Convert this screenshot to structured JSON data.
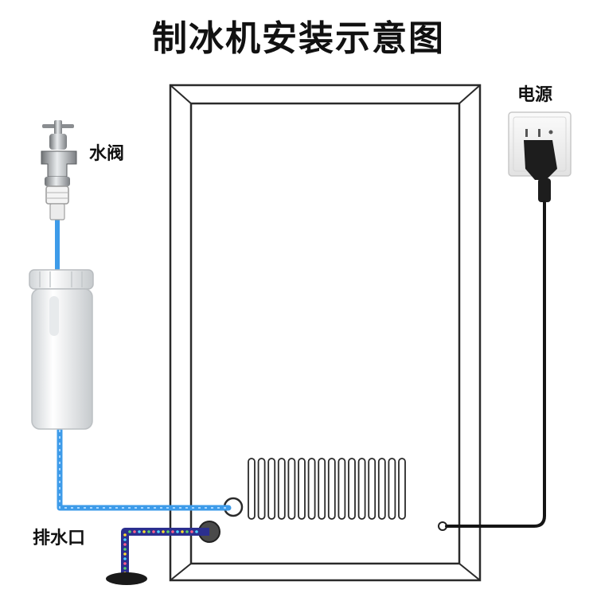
{
  "title": "制冰机安装示意图",
  "labels": {
    "water_valve": "水阀",
    "power": "电源",
    "drain": "排水口"
  },
  "colors": {
    "water_pipe": "#3d9be9",
    "drain_pipe": "#2b2f8f",
    "power_cord": "#151515",
    "frame": "#2a2a2a",
    "background": "#ffffff"
  },
  "icons": {
    "faucet": "faucet-icon",
    "filter": "water-filter-icon",
    "socket": "wall-socket-icon",
    "plug": "power-plug-icon",
    "drain_base": "drain-base-icon"
  }
}
